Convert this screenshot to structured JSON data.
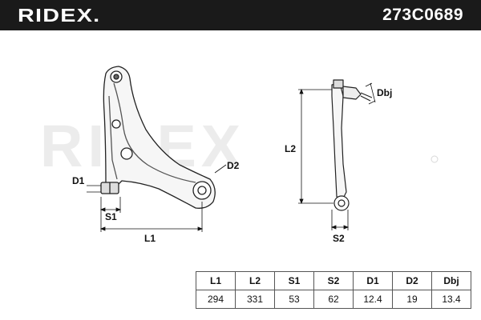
{
  "brand": {
    "logo_text": "RIDEX.",
    "part_number": "273C0689",
    "watermark_text": "RIDEX"
  },
  "drawing": {
    "labels": {
      "d1": "D1",
      "d2": "D2",
      "s1": "S1",
      "l1": "L1",
      "l2": "L2",
      "s2": "S2",
      "dbj": "Dbj"
    }
  },
  "specs": {
    "headers": [
      "L1",
      "L2",
      "S1",
      "S2",
      "D1",
      "D2",
      "Dbj"
    ],
    "values": [
      "294",
      "331",
      "53",
      "62",
      "12.4",
      "19",
      "13.4"
    ]
  },
  "colors": {
    "header_bg": "#1a1a1a",
    "header_text": "#ffffff",
    "watermark": "#ececec",
    "line": "#111111"
  }
}
